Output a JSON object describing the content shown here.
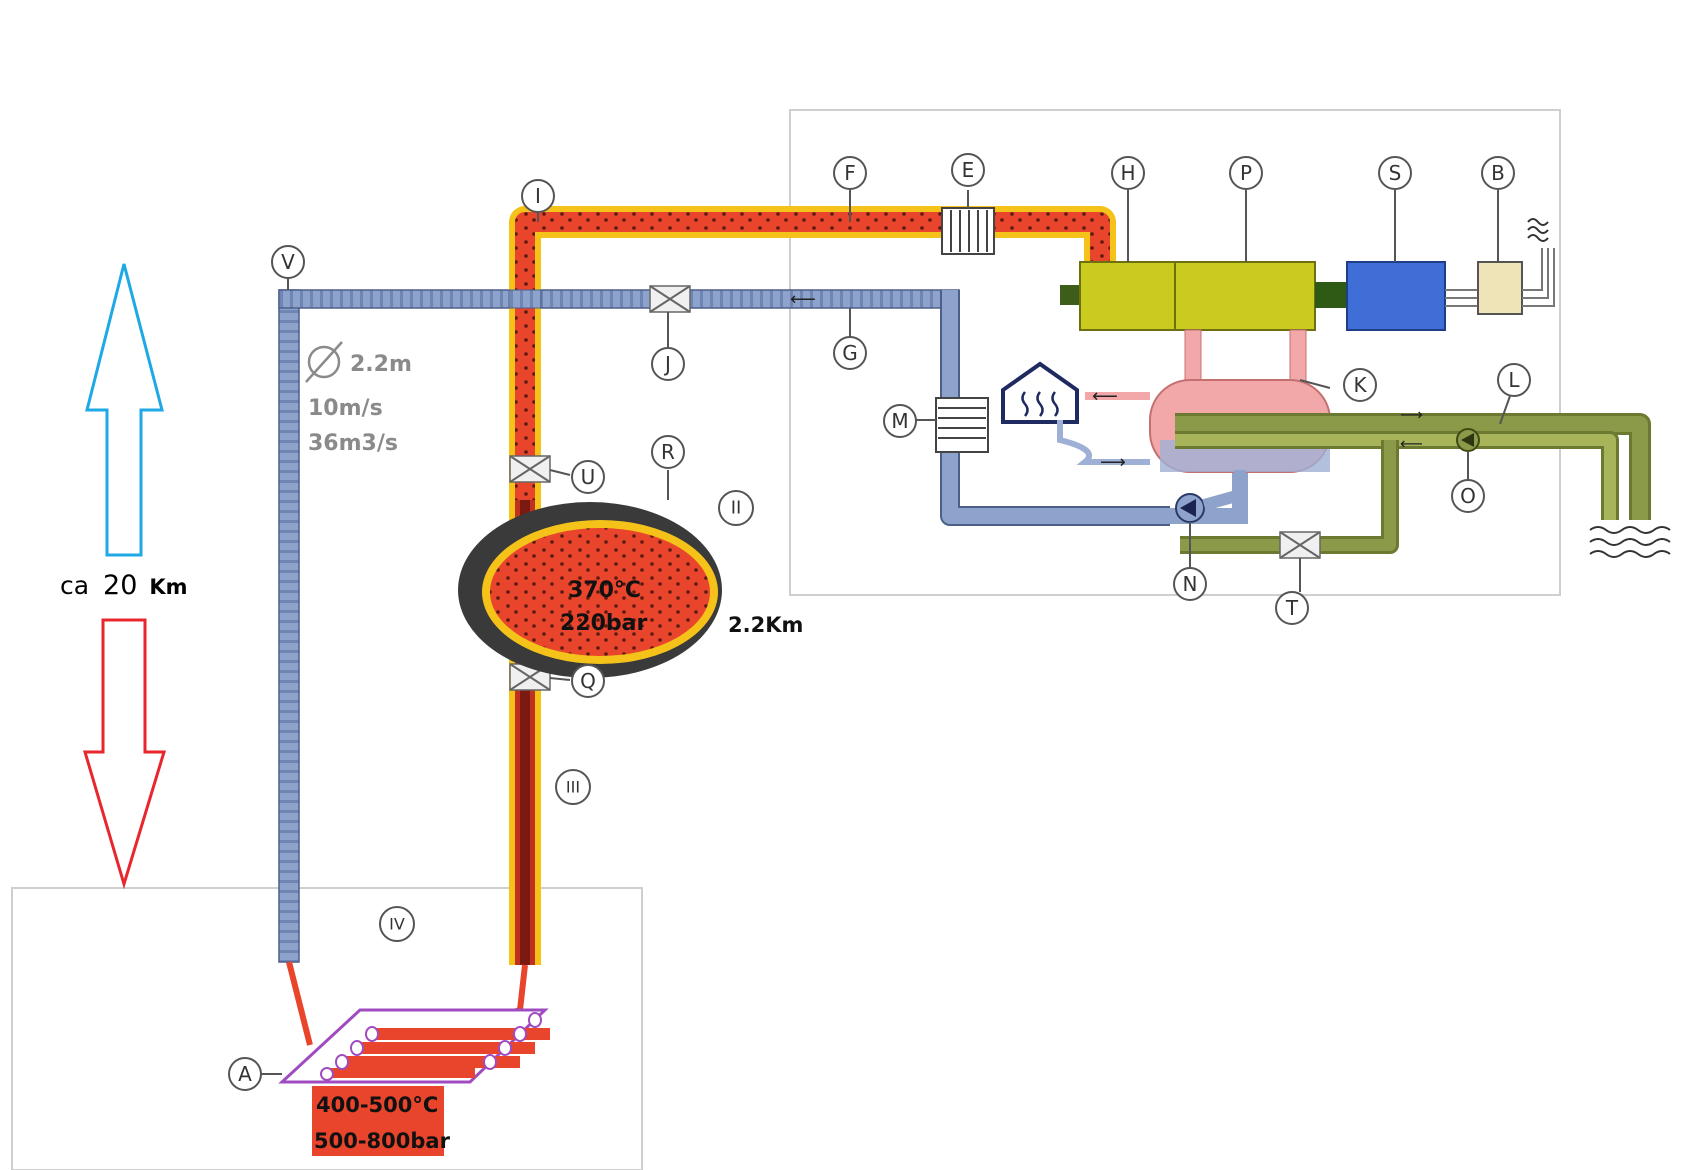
{
  "labels": {
    "A": "A",
    "B": "B",
    "E": "E",
    "F": "F",
    "G": "G",
    "H": "H",
    "I": "I",
    "J": "J",
    "K": "K",
    "L": "L",
    "M": "M",
    "N": "N",
    "O": "O",
    "P": "P",
    "Q": "Q",
    "R": "R",
    "S": "S",
    "T": "T",
    "U": "U",
    "V": "V",
    "II": "II",
    "III": "III",
    "IV": "IV"
  },
  "texts": {
    "diameter": "2.2m",
    "velocity": "10m/s",
    "flow": "36m3/s",
    "depth_prefix": "ca",
    "depth_value": "20",
    "depth_unit": "Km",
    "reservoir_temp": "370°C",
    "reservoir_pressure": "220bar",
    "reservoir_size": "2.2Km",
    "source_temp": "400-500°C",
    "source_pressure": "500-800bar"
  },
  "colors": {
    "cold_pipe": "#8ea3cc",
    "hot_pipe": "#e8452c",
    "insulation": "#f5c21a",
    "turbine": "#c9cc1f",
    "generator": "#3f6fd6",
    "transformer": "#efe3b8",
    "cooling_loop": "#8a9a48",
    "condenser": "#f2a8a8",
    "up_arrow": "#1ea8e6",
    "down_arrow": "#e8262c",
    "heat_exchanger_frame": "#a04cc0"
  }
}
